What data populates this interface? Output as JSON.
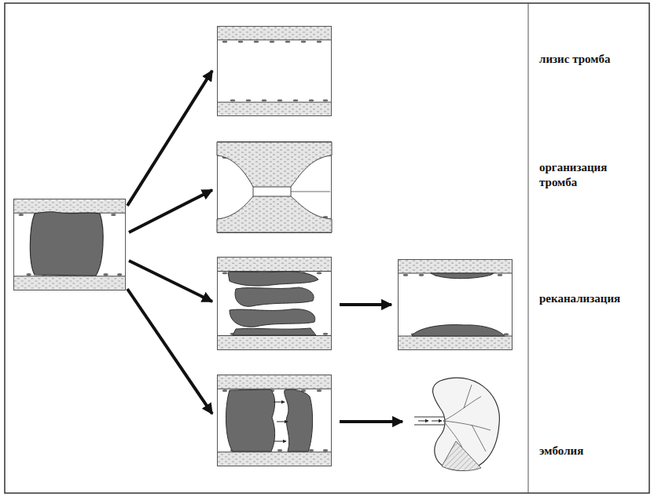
{
  "diagram": {
    "labels": [
      "лизис тромба",
      "организация тромба",
      "реканализация",
      "эмболия"
    ]
  }
}
